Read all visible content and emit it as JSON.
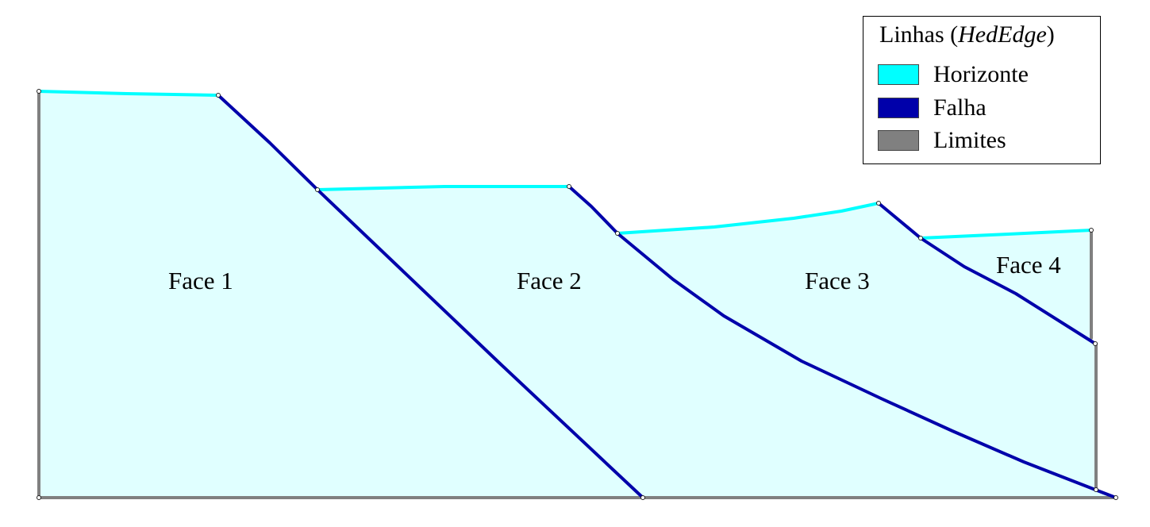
{
  "faces": [
    {
      "id": "face-1",
      "label": "Face 1"
    },
    {
      "id": "face-2",
      "label": "Face 2"
    },
    {
      "id": "face-3",
      "label": "Face 3"
    },
    {
      "id": "face-4",
      "label": "Face 4"
    }
  ],
  "legend": {
    "title_prefix": "Linhas (",
    "title_italic": "HedEdge",
    "title_suffix": ")",
    "items": [
      {
        "label": "Horizonte",
        "color": "#00ffff"
      },
      {
        "label": "Falha",
        "color": "#0000aa"
      },
      {
        "label": "Limites",
        "color": "#808080"
      }
    ]
  },
  "colors": {
    "face_fill": "#e0ffff",
    "horizon": "#00ffff",
    "fault": "#0000aa",
    "boundary": "#808080"
  }
}
